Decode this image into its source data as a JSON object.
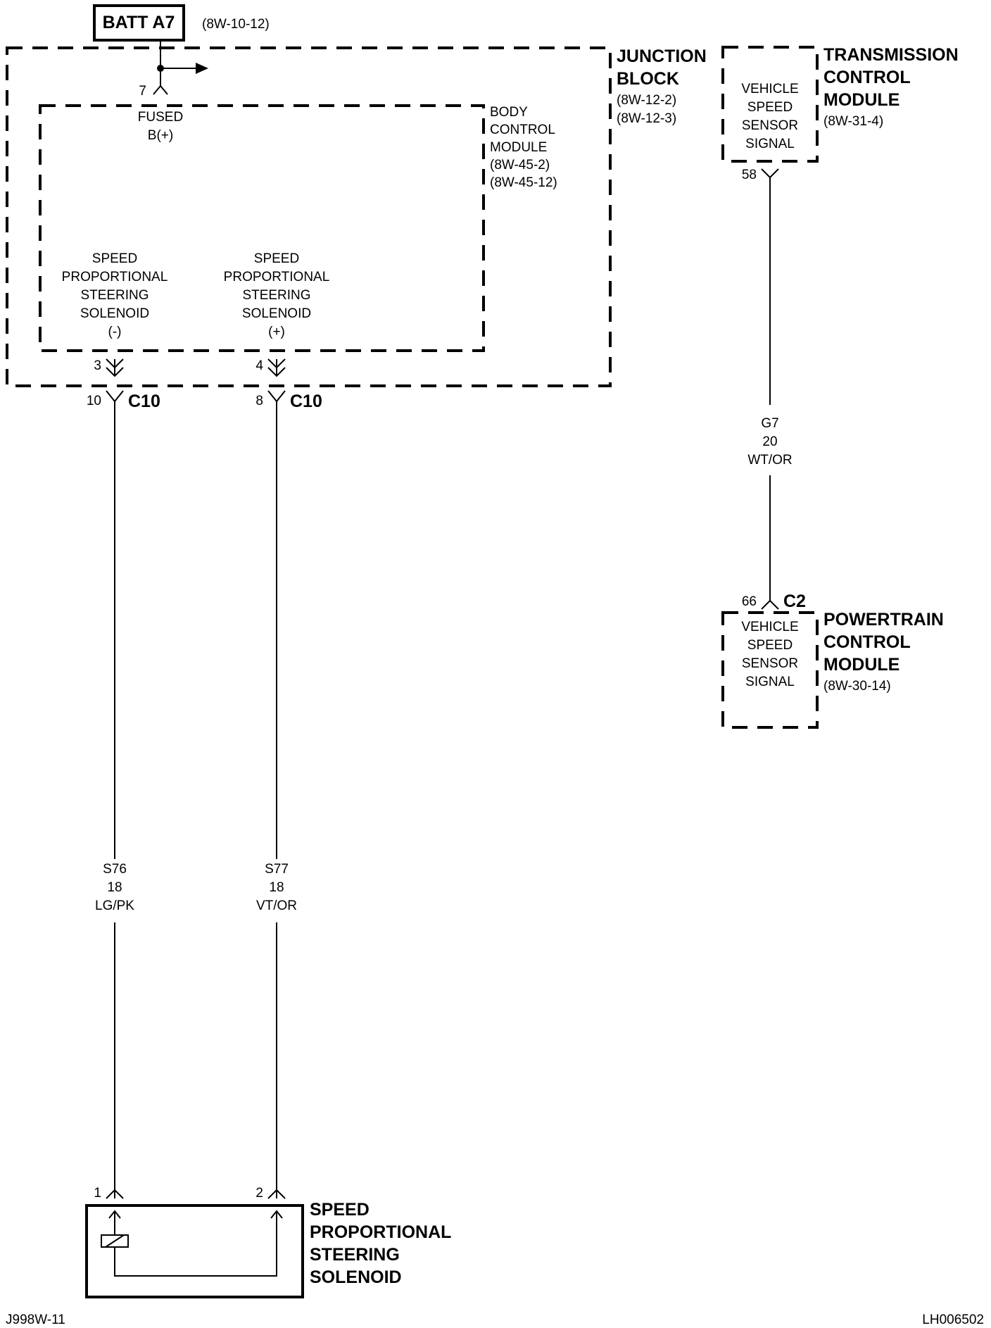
{
  "batt": {
    "label": "BATT A7",
    "ref": "(8W-10-12)"
  },
  "junction_block": {
    "title_line1": "JUNCTION",
    "title_line2": "BLOCK",
    "ref1": "(8W-12-2)",
    "ref2": "(8W-12-3)"
  },
  "bcm": {
    "line1": "BODY",
    "line2": "CONTROL",
    "line3": "MODULE",
    "ref1": "(8W-45-2)",
    "ref2": "(8W-45-12)"
  },
  "fused_input": {
    "pin": "7",
    "line1": "FUSED",
    "line2": "B(+)"
  },
  "bcm_neg": {
    "line1": "SPEED",
    "line2": "PROPORTIONAL",
    "line3": "STEERING",
    "line4": "SOLENOID",
    "line5": "(-)",
    "pin": "3",
    "c_pin": "10",
    "connector": "C10"
  },
  "bcm_pos": {
    "line1": "SPEED",
    "line2": "PROPORTIONAL",
    "line3": "STEERING",
    "line4": "SOLENOID",
    "line5": "(+)",
    "pin": "4",
    "c_pin": "8",
    "connector": "C10"
  },
  "wire_s76": {
    "circuit": "S76",
    "gauge": "18",
    "color": "LG/PK"
  },
  "wire_s77": {
    "circuit": "S77",
    "gauge": "18",
    "color": "VT/OR"
  },
  "solenoid": {
    "pin1": "1",
    "pin2": "2",
    "line1": "SPEED",
    "line2": "PROPORTIONAL",
    "line3": "STEERING",
    "line4": "SOLENOID"
  },
  "tcm": {
    "title1": "TRANSMISSION",
    "title2": "CONTROL",
    "title3": "MODULE",
    "ref": "(8W-31-4)",
    "sig1": "VEHICLE",
    "sig2": "SPEED",
    "sig3": "SENSOR",
    "sig4": "SIGNAL",
    "pin": "58"
  },
  "wire_g7": {
    "circuit": "G7",
    "gauge": "20",
    "color": "WT/OR"
  },
  "pcm": {
    "title1": "POWERTRAIN",
    "title2": "CONTROL",
    "title3": "MODULE",
    "ref": "(8W-30-14)",
    "sig1": "VEHICLE",
    "sig2": "SPEED",
    "sig3": "SENSOR",
    "sig4": "SIGNAL",
    "pin": "66",
    "connector": "C2"
  },
  "footer": {
    "left": "J998W-11",
    "right": "LH006502"
  }
}
